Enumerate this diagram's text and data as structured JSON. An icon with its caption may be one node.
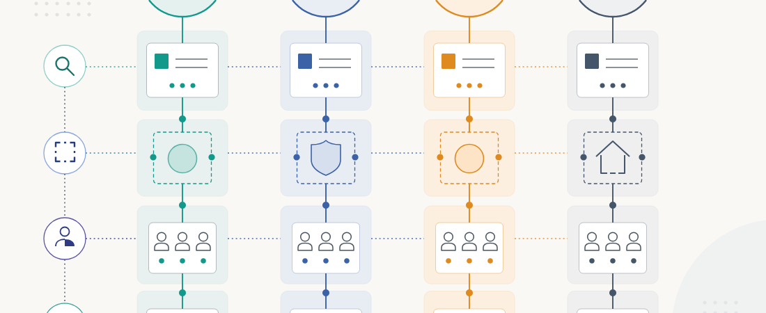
{
  "diagram": {
    "nodes": [
      {
        "text": [],
        "shape": "circle"
      },
      {
        "text": [],
        "shape": "circle"
      },
      {
        "text": [],
        "shape": "circle"
      },
      {
        "text": [],
        "shape": "circle"
      },
      {
        "text": [],
        "shape": "circle"
      },
      {
        "text": [],
        "shape": "box"
      },
      {
        "text": [],
        "shape": "box",
        "in": 5
      },
      {
        "text": [],
        "shape": "box"
      },
      {
        "text": [],
        "shape": "box",
        "in": 7
      },
      {
        "text": [],
        "shape": "box"
      },
      {
        "text": [],
        "shape": "box",
        "in": 9
      },
      {
        "text": [],
        "shape": "box"
      },
      {
        "text": [],
        "shape": "box",
        "in": 11
      },
      {
        "text": [],
        "shape": "circle"
      },
      {
        "text": [],
        "shape": "box"
      },
      {
        "text": [],
        "shape": "box",
        "in": 14
      },
      {
        "text": [],
        "shape": "box"
      },
      {
        "text": [],
        "shape": "box",
        "in": 16
      },
      {
        "text": [],
        "shape": "box"
      },
      {
        "text": [],
        "shape": "box",
        "in": 18
      },
      {
        "text": [],
        "shape": "box"
      },
      {
        "text": [],
        "shape": "box",
        "in": 20
      },
      {
        "text": [],
        "shape": "circle"
      },
      {
        "text": [],
        "shape": "box"
      },
      {
        "text": [],
        "shape": "box",
        "in": 23
      },
      {
        "text": [],
        "shape": "box"
      },
      {
        "text": [],
        "shape": "box",
        "in": 25
      },
      {
        "text": [],
        "shape": "box"
      },
      {
        "text": [],
        "shape": "box",
        "in": 27
      },
      {
        "text": [],
        "shape": "box"
      },
      {
        "text": [],
        "shape": "box",
        "in": 29
      },
      {
        "text": [],
        "shape": "circle"
      },
      {
        "text": [],
        "shape": "box"
      },
      {
        "text": [],
        "shape": "box",
        "in": 32
      },
      {
        "text": [],
        "shape": "box"
      },
      {
        "text": [],
        "shape": "box",
        "in": 34
      },
      {
        "text": [],
        "shape": "box"
      },
      {
        "text": [],
        "shape": "box",
        "in": 36
      },
      {
        "text": [],
        "shape": "box"
      },
      {
        "text": [],
        "shape": "box",
        "in": 38
      }
    ],
    "edges": [
      {
        "from": 0,
        "to": 6,
        "arrow": "none",
        "color": "#13998b"
      },
      {
        "from": 1,
        "to": 8,
        "arrow": "none",
        "color": "#3b62a6"
      },
      {
        "from": 2,
        "to": 10,
        "arrow": "none",
        "color": "#de8a1f"
      },
      {
        "from": 3,
        "to": 12,
        "arrow": "none",
        "color": "#46566a"
      },
      {
        "from": 4,
        "to": 5,
        "arrow": "none",
        "style": "dashed",
        "color": "#3aa89b"
      },
      {
        "from": 5,
        "to": 7,
        "arrow": "none",
        "style": "dashed",
        "color": "#4a6fb5"
      },
      {
        "from": 7,
        "to": 9,
        "arrow": "none",
        "style": "dashed",
        "color": "#4a6fb5"
      },
      {
        "from": 9,
        "to": 11,
        "arrow": "none",
        "style": "dashed",
        "color": "#e6953a"
      },
      {
        "from": 4,
        "to": 13,
        "arrow": "none",
        "style": "dashed",
        "color": "#5d6b7b"
      },
      {
        "from": 6,
        "to": 15,
        "arrow": "none",
        "color": "#13998b"
      },
      {
        "from": 8,
        "to": 17,
        "arrow": "none",
        "color": "#3b62a6"
      },
      {
        "from": 10,
        "to": 19,
        "arrow": "none",
        "color": "#de8a1f"
      },
      {
        "from": 12,
        "to": 21,
        "arrow": "none",
        "color": "#46566a"
      },
      {
        "from": 13,
        "to": 14,
        "arrow": "none",
        "style": "dashed",
        "color": "#3d86a8"
      },
      {
        "from": 14,
        "to": 16,
        "arrow": "none",
        "style": "dashed",
        "color": "#4a6fb5"
      },
      {
        "from": 16,
        "to": 18,
        "arrow": "none",
        "style": "dashed",
        "color": "#4a6fb5"
      },
      {
        "from": 18,
        "to": 20,
        "arrow": "none",
        "style": "dashed",
        "color": "#e6953a"
      },
      {
        "from": 13,
        "to": 22,
        "arrow": "none",
        "style": "dashed",
        "color": "#5d6b7b"
      },
      {
        "from": 15,
        "to": 24,
        "arrow": "none",
        "color": "#13998b"
      },
      {
        "from": 17,
        "to": 26,
        "arrow": "none",
        "color": "#3b62a6"
      },
      {
        "from": 19,
        "to": 28,
        "arrow": "none",
        "color": "#de8a1f"
      },
      {
        "from": 21,
        "to": 30,
        "arrow": "none",
        "color": "#46566a"
      },
      {
        "from": 22,
        "to": 23,
        "arrow": "none",
        "style": "dashed",
        "color": "#4b4fa0"
      },
      {
        "from": 23,
        "to": 25,
        "arrow": "none",
        "style": "dashed",
        "color": "#4a6fb5"
      },
      {
        "from": 25,
        "to": 27,
        "arrow": "none",
        "style": "dashed",
        "color": "#4a6fb5"
      },
      {
        "from": 27,
        "to": 29,
        "arrow": "none",
        "style": "dashed",
        "color": "#e6953a"
      },
      {
        "from": 22,
        "to": 31,
        "arrow": "none",
        "style": "dashed",
        "color": "#5d6b7b"
      },
      {
        "from": 24,
        "to": 33,
        "arrow": "none",
        "color": "#13998b"
      },
      {
        "from": 26,
        "to": 35,
        "arrow": "none",
        "color": "#3b62a6"
      },
      {
        "from": 28,
        "to": 37,
        "arrow": "none",
        "color": "#de8a1f"
      },
      {
        "from": 30,
        "to": 39,
        "arrow": "none",
        "color": "#46566a"
      }
    ]
  }
}
